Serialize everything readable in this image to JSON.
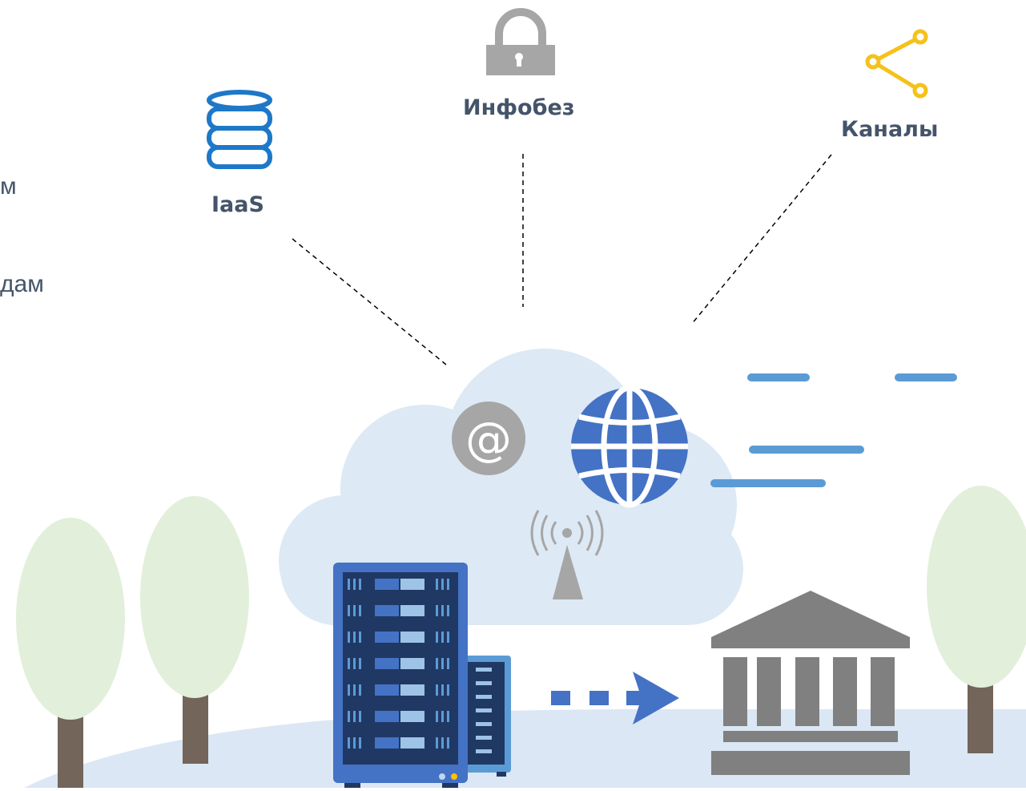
{
  "side_text": {
    "line1": "м",
    "line2": "дам"
  },
  "labels": {
    "iaas": "IaaS",
    "infosec": "Инфобез",
    "channels": "Каналы"
  },
  "colors": {
    "label_text": "#44546a",
    "iaas_icon": "#1e78c8",
    "lock_icon": "#a6a6a6",
    "share_icon": "#f5c21b",
    "cloud": "#dde9f5",
    "ground": "#dbe7f4",
    "globe": "#4472c4",
    "speed_lines": "#5b9bd5",
    "building": "#808080",
    "server_frame": "#4472c4",
    "server_dark": "#203864",
    "tree_crown": "#e2efda",
    "tree_trunk": "#73655a"
  }
}
